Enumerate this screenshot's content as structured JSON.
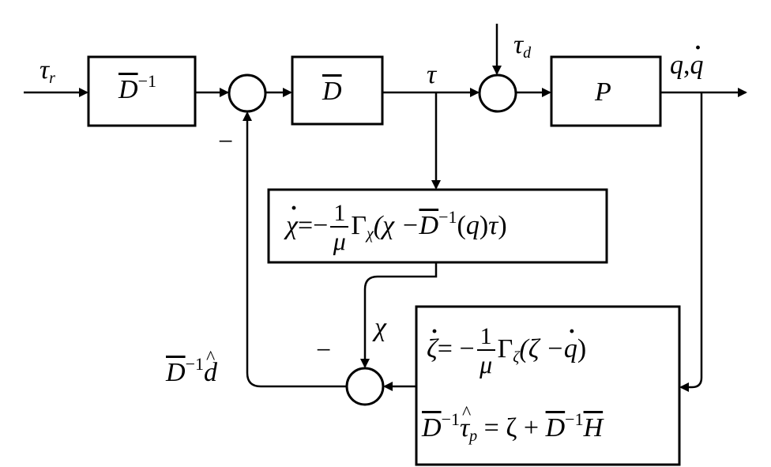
{
  "diagram": {
    "labels": {
      "tau_r": "τ",
      "tau_r_sub": "r",
      "block1_base": "D",
      "block1_sup": "−1",
      "block2": "D",
      "minus_top": "−",
      "tau": "τ",
      "tau_d": "τ",
      "tau_d_sub": "d",
      "plant": "P",
      "output_q": "q",
      "output_comma": ",",
      "output_qdot": "q",
      "chi_label": "χ",
      "minus_bottom": "−",
      "dbar_feedback": "D",
      "dbar_feedback_sup": "−1",
      "dhat": "d"
    },
    "chi_eq": {
      "lhs": "χ",
      "eq": "=−",
      "frac_num": "1",
      "frac_den": "μ",
      "gamma": "Γ",
      "gamma_sub": "χ",
      "open": "(χ −",
      "dbar": "D",
      "dbar_sup": "−1",
      "tail_a": "(",
      "tail_q": "q",
      "tail_b": ")",
      "tail_tau": "τ",
      "close": ")"
    },
    "zeta_eq1": {
      "lhs": "ζ",
      "eq": "= −",
      "frac_num": "1",
      "frac_den": "μ",
      "gamma": "Γ",
      "gamma_sub": "ζ",
      "open": "(ζ −",
      "qdot": "q",
      "close": ")"
    },
    "zeta_eq2": {
      "dbar": "D",
      "dbar_sup": "−1",
      "tau": "τ",
      "tau_sub": "p",
      "eq": "= ζ +",
      "dbar2": "D",
      "dbar2_sup": "−1",
      "hbar": "H"
    }
  }
}
